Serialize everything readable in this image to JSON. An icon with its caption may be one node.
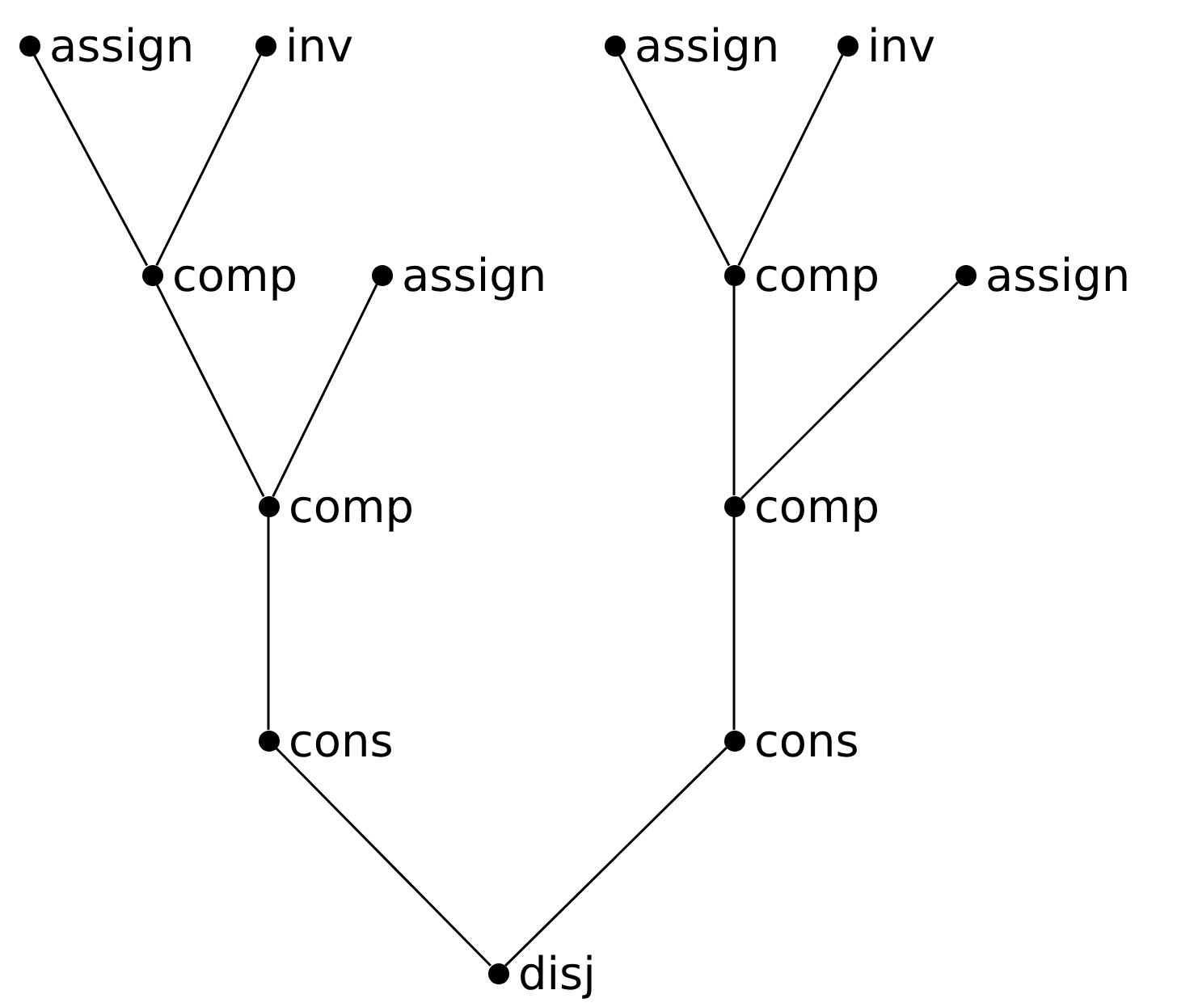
{
  "diagram": {
    "nodes": [
      {
        "text": [
          "assign"
        ]
      },
      {
        "text": [
          "inv"
        ]
      },
      {
        "text": [
          "assign"
        ]
      },
      {
        "text": [
          "inv"
        ]
      },
      {
        "text": [
          "comp"
        ]
      },
      {
        "text": [
          "assign"
        ]
      },
      {
        "text": [
          "comp"
        ]
      },
      {
        "text": [
          "assign"
        ]
      },
      {
        "text": [
          "comp"
        ]
      },
      {
        "text": [
          "comp"
        ]
      },
      {
        "text": [
          "cons"
        ]
      },
      {
        "text": [
          "cons"
        ]
      },
      {
        "text": [
          "disj"
        ]
      }
    ],
    "edges": [
      {
        "from": 0,
        "to": 4,
        "arrow": "none"
      },
      {
        "from": 1,
        "to": 4,
        "arrow": "none"
      },
      {
        "from": 4,
        "to": 8,
        "arrow": "none"
      },
      {
        "from": 5,
        "to": 8,
        "arrow": "none"
      },
      {
        "from": 8,
        "to": 10,
        "arrow": "none"
      },
      {
        "from": 10,
        "to": 12,
        "arrow": "none"
      },
      {
        "from": 2,
        "to": 6,
        "arrow": "none"
      },
      {
        "from": 3,
        "to": 6,
        "arrow": "none"
      },
      {
        "from": 6,
        "to": 9,
        "arrow": "none"
      },
      {
        "from": 7,
        "to": 9,
        "arrow": "none"
      },
      {
        "from": 9,
        "to": 11,
        "arrow": "none"
      },
      {
        "from": 11,
        "to": 12,
        "arrow": "none"
      }
    ]
  }
}
